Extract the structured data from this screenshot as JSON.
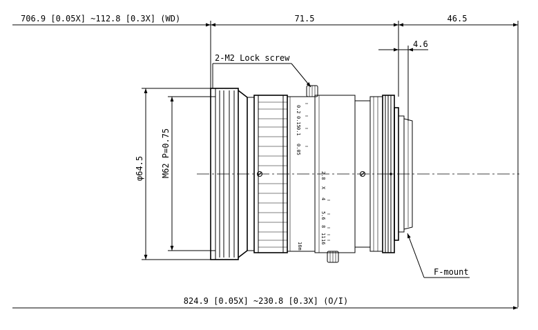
{
  "dimensions": {
    "working_distance": "706.9 [0.05X] ~112.8 [0.3X] (WD)",
    "body_length": "71.5",
    "back_length": "46.5",
    "flange_offset": "4.6",
    "total_length": "824.9 [0.05X] ~230.8 [0.3X] (O/I)",
    "outer_diameter": "φ64.5",
    "filter_thread": "M62 P=0.75"
  },
  "labels": {
    "lock_screw": "2-M2 Lock screw",
    "mount": "F-mount"
  },
  "scales": {
    "focus": [
      "0.2",
      "0.15",
      "0.1",
      "0.05"
    ],
    "aperture": [
      "2.8",
      "4",
      "5.6",
      "8",
      "11",
      "16"
    ],
    "mark_x": "X",
    "mark_bottom": "16m"
  }
}
